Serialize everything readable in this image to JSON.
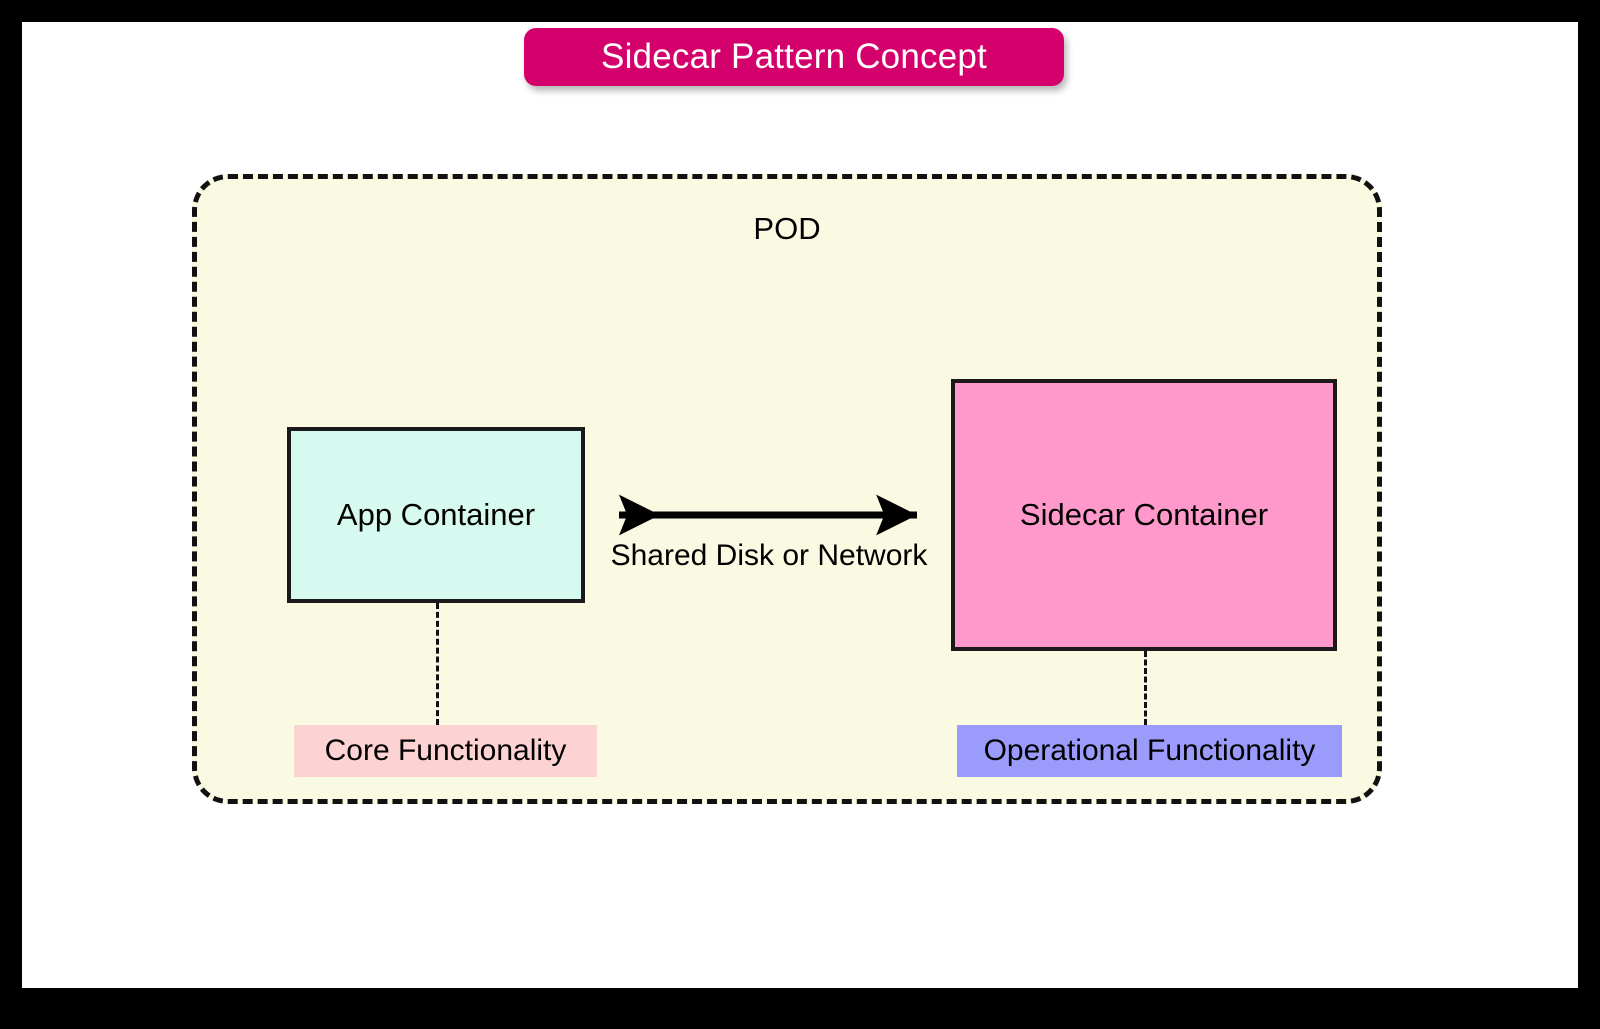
{
  "diagram": {
    "title": "Sidecar Pattern Concept",
    "pod": {
      "label": "POD"
    },
    "containers": [
      {
        "id": "app",
        "label": "App Container",
        "fill": "#D6FAF0"
      },
      {
        "id": "sidecar",
        "label": "Sidecar Container",
        "fill": "#FF99CC"
      }
    ],
    "tags": [
      {
        "id": "core",
        "label": "Core Functionality",
        "fill": "#FCD2D2"
      },
      {
        "id": "operational",
        "label": "Operational Functionality",
        "fill": "#9B9BFB"
      }
    ],
    "connection": {
      "label": "Shared Disk or Network",
      "arrow": "double-headed"
    },
    "colors": {
      "title_banner": "#D4006C",
      "title_text": "#FFFFFF",
      "pod_fill": "#FAFAE3",
      "pod_border": "#111111",
      "outer_frame": "#000000",
      "canvas": "#FFFFFF",
      "stroke": "#1A1A1A"
    }
  }
}
